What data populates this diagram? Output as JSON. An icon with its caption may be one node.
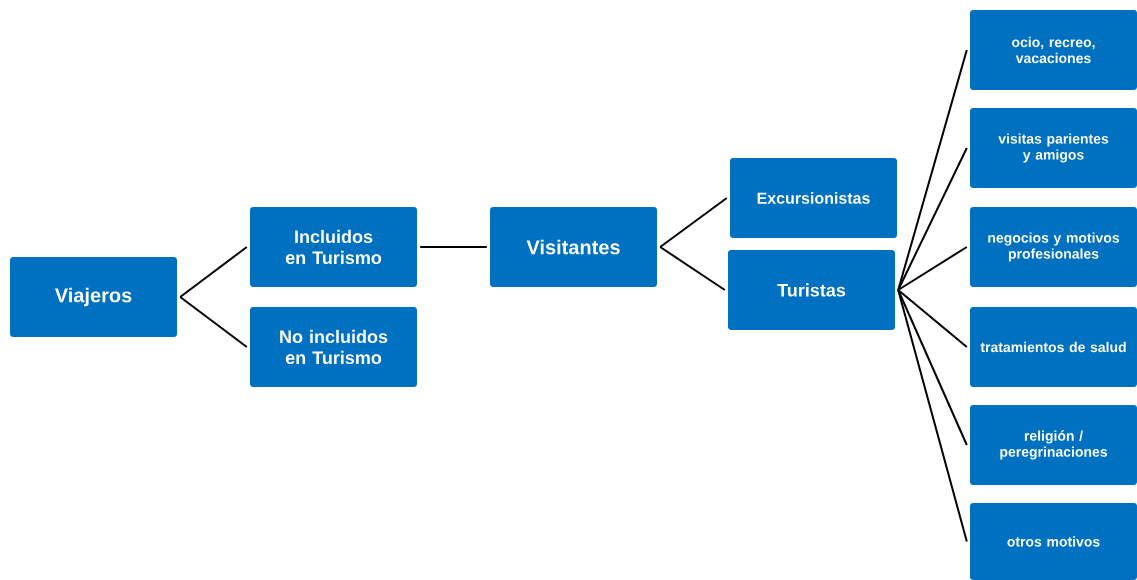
{
  "diagram": {
    "nodes": [
      {
        "text": [
          "Viajeros"
        ]
      },
      {
        "text": [
          "Incluidos en Turismo"
        ]
      },
      {
        "text": [
          "No incluidos en Turismo"
        ]
      },
      {
        "text": [
          "Visitantes"
        ]
      },
      {
        "text": [
          "Excursionistas"
        ]
      },
      {
        "text": [
          "Turistas"
        ]
      },
      {
        "text": [
          "ocio, recreo, vacaciones"
        ]
      },
      {
        "text": [
          "visitas parientes y amigos"
        ]
      },
      {
        "text": [
          "negocios y motivos profesionales"
        ]
      },
      {
        "text": [
          "tratamientos de salud"
        ]
      },
      {
        "text": [
          "religión / peregrinaciones"
        ]
      },
      {
        "text": [
          "otros motivos"
        ]
      }
    ],
    "edges": [
      {
        "from": 0,
        "to": 1,
        "arrow": "none"
      },
      {
        "from": 0,
        "to": 2,
        "arrow": "none"
      },
      {
        "from": 1,
        "to": 3,
        "arrow": "none"
      },
      {
        "from": 3,
        "to": 4,
        "arrow": "none"
      },
      {
        "from": 3,
        "to": 5,
        "arrow": "none"
      },
      {
        "from": 5,
        "to": 6,
        "arrow": "none"
      },
      {
        "from": 5,
        "to": 7,
        "arrow": "none"
      },
      {
        "from": 5,
        "to": 8,
        "arrow": "none"
      },
      {
        "from": 5,
        "to": 9,
        "arrow": "none"
      },
      {
        "from": 5,
        "to": 10,
        "arrow": "none"
      },
      {
        "from": 5,
        "to": 11,
        "arrow": "none"
      }
    ]
  }
}
